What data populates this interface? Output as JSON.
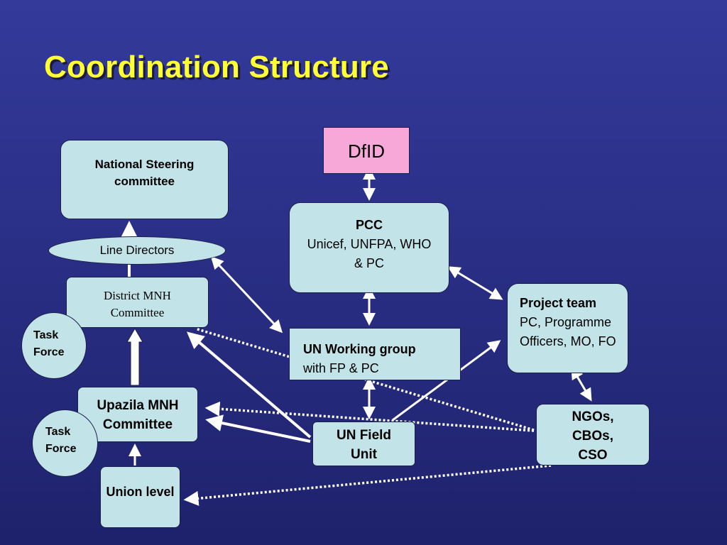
{
  "slide": {
    "title": "Coordination Structure",
    "colors": {
      "background_top": "#333a9a",
      "background_bottom": "#1e226c",
      "title": "#ffff33",
      "box_fill": "#c2e4e8",
      "dfid_fill": "#f7a8d8",
      "connector": "#ffffff"
    }
  },
  "nodes": {
    "dfid": {
      "line1": "DfID"
    },
    "national_steering": {
      "line1": "National  Steering",
      "line2": "committee"
    },
    "line_directors": {
      "line1": "Line Directors"
    },
    "pcc": {
      "line1": "PCC",
      "line2": "Unicef, UNFPA, WHO",
      "line3": "& PC"
    },
    "district_mnh": {
      "line1": "District MNH",
      "line2": "Committee"
    },
    "project_team": {
      "line1": "Project team",
      "line2": "PC, Programme",
      "line3": "Officers, MO, FO"
    },
    "task_force_1": {
      "line1": "Task",
      "line2": "Force"
    },
    "un_working_group": {
      "line1": "UN Working group",
      "line2": "with FP & PC"
    },
    "upazila_mnh": {
      "line1": "Upazila MNH",
      "line2": "Committee"
    },
    "task_force_2": {
      "line1": "Task",
      "line2": "Force"
    },
    "un_field_unit": {
      "line1": "UN Field",
      "line2": "Unit"
    },
    "ngos": {
      "line1": "NGOs,",
      "line2": "CBOs,",
      "line3": "CSO"
    },
    "union_level": {
      "line1": "Union level"
    }
  }
}
